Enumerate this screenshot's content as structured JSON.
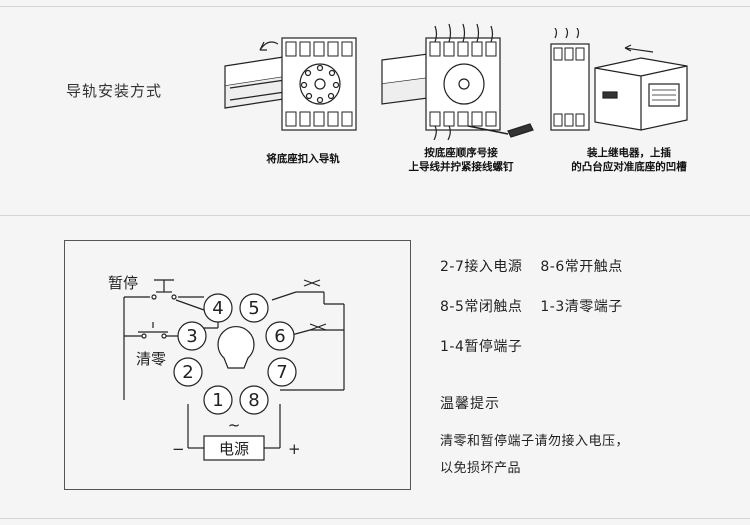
{
  "mounting": {
    "title": "导轨安装方式",
    "captions": [
      [
        "将底座扣入导轨"
      ],
      [
        "按底座顺序号接",
        "上导线并拧紧接线螺钉"
      ],
      [
        "装上继电器，上插",
        "的凸台应对准底座的凹槽"
      ]
    ]
  },
  "wiring": {
    "pause_label": "暂停",
    "reset_label": "清零",
    "power_label": "电源",
    "ac_symbol": "~",
    "minus": "−",
    "plus": "+",
    "terminals": [
      "1",
      "2",
      "3",
      "4",
      "5",
      "6",
      "7",
      "8"
    ]
  },
  "terminal_list": {
    "rows": [
      [
        "2-7接入电源",
        "8-6常开触点"
      ],
      [
        "8-5常闭触点",
        "1-3清零端子"
      ],
      [
        "1-4暂停端子"
      ]
    ]
  },
  "tips": {
    "title": "温馨提示",
    "lines": [
      "清零和暂停端子请勿接入电压，",
      "以免损坏产品"
    ]
  },
  "colors": {
    "background": "#f5f5f5",
    "line": "#222222",
    "frame": "#d6d6d6"
  }
}
